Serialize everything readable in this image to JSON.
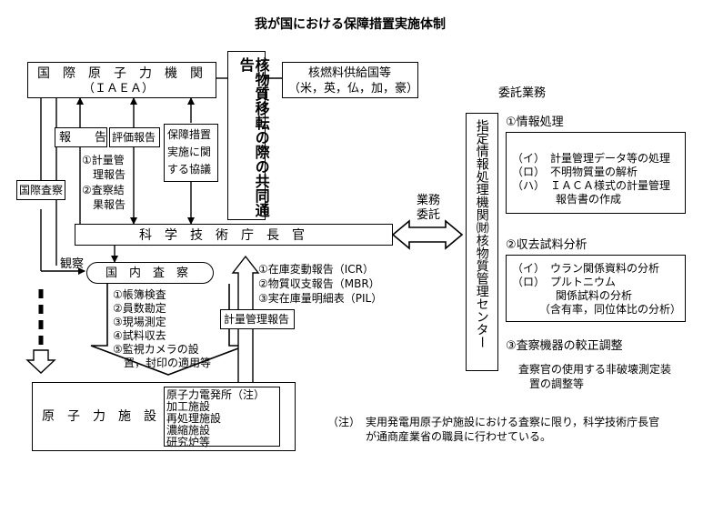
{
  "title": "我が国における保障措置実施体制",
  "iaea": {
    "name": "国　際　原　子　力　機　関",
    "abbr": "（ＩＡＥＡ）"
  },
  "transfer_box": "核物質移転の際の共同通告",
  "supplier_box": {
    "line1": "核燃料供給国等",
    "line2": "（米，英，仏，加，豪）"
  },
  "reports": {
    "report": "報　　告",
    "evaluation": "評価報告",
    "agreement": [
      "保障措置",
      "実施に関",
      "する協議"
    ]
  },
  "report_items": [
    "①計量管",
    "理報告",
    "②査察結",
    "果報告"
  ],
  "intl_inspection": "国際査察",
  "observation": "観察",
  "director": "科　学　技　術　庁　長　官",
  "domestic_inspection": {
    "title": "国　内　査　察",
    "items": [
      "①帳簿検査",
      "②員数勘定",
      "③現場測定",
      "④試料収去",
      "⑤監視カメラの設",
      "　置，封印の適用等"
    ]
  },
  "accounting_reports": {
    "items": [
      "①在庫変動報告（ICR）",
      "②物質収支報告（MBR）",
      "③実在庫量明細表（PIL）"
    ],
    "label": "計量管理報告"
  },
  "facilities": {
    "label": "原　子　力　施　設",
    "items": [
      "原子力電発所（注）",
      "加工施設",
      "再処理施設",
      "濃縮施設",
      "研究炉等"
    ]
  },
  "commission": {
    "label_line1": "業務",
    "label_line2": "委託"
  },
  "center": "指定情報処理機関㈶核物質管理センター",
  "delegated": {
    "heading": "委託業務",
    "s1_title": "①情報処理",
    "s1_items": [
      "（イ）　計量管理データ等の処理",
      "（ロ）　不明物質量の解析",
      "（ハ）　ＩＡＣＡ様式の計量管理",
      "　　　　報告書の作成"
    ],
    "s2_title": "②収去試料分析",
    "s2_items": [
      "（イ）　ウラン関係資料の分析",
      "（ロ）　プルトニウム",
      "　　　　関係試料の分析",
      "　　　（含有率，同位体比の分析）"
    ],
    "s3_title": "③査察機器の較正調整",
    "s3_items": [
      "査察官の使用する非破壊測定装",
      "置の調整等"
    ]
  },
  "note": {
    "mark": "（注）",
    "line1": "実用発電用原子炉施設における査察に限り，科学技術庁長官",
    "line2": "が通商産業省の職員に行わせている。"
  }
}
